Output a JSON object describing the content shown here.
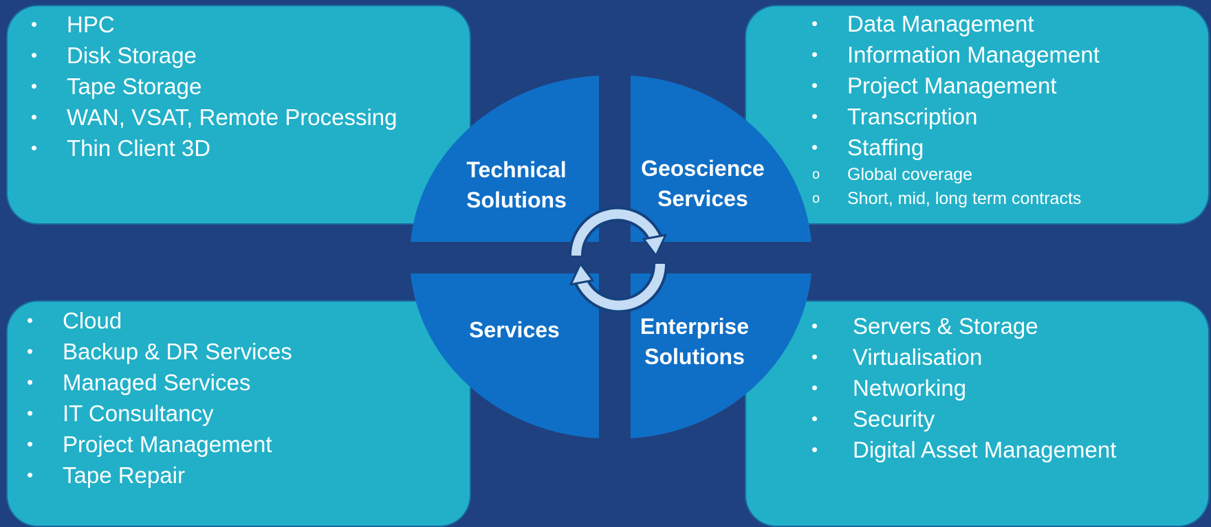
{
  "colors": {
    "background": "#1f417f",
    "panel": "#21b0c8",
    "quadrant": "#0f6fc6",
    "cycle_arrows": "#c5dcf5"
  },
  "panels": {
    "top_left": {
      "items": [
        "HPC",
        "Disk Storage",
        "Tape Storage",
        "WAN, VSAT, Remote Processing",
        "Thin Client 3D"
      ]
    },
    "top_right": {
      "items": [
        "Data Management",
        "Information Management",
        "Project Management",
        "Transcription",
        "Staffing"
      ],
      "sub_items": [
        "Global coverage",
        "Short, mid, long term contracts"
      ]
    },
    "bottom_left": {
      "items": [
        "Cloud",
        "Backup & DR Services",
        "Managed Services",
        "IT Consultancy",
        "Project Management",
        "Tape Repair"
      ]
    },
    "bottom_right": {
      "items": [
        "Servers & Storage",
        "Virtualisation",
        "Networking",
        "Security",
        "Digital Asset Management"
      ]
    }
  },
  "quadrants": {
    "technical": {
      "line1": "Technical",
      "line2": "Solutions"
    },
    "geoscience": {
      "line1": "Geoscience",
      "line2": "Services"
    },
    "services": {
      "line1": "Services"
    },
    "enterprise": {
      "line1": "Enterprise",
      "line2": "Solutions"
    }
  },
  "icons": {
    "bullet": "•",
    "sub_bullet": "o",
    "cycle": "cycle-arrows-icon"
  }
}
